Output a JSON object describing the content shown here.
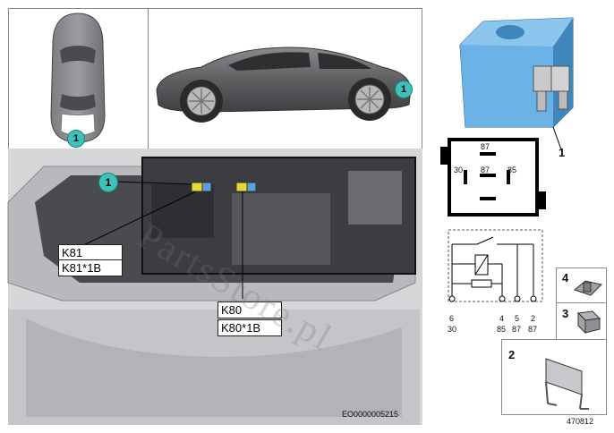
{
  "callout_number": "1",
  "relay_labels": {
    "k81": "K81",
    "k81_alt": "K81*1B",
    "k80": "K80",
    "k80_alt": "K80*1B"
  },
  "relay_pinout_top": {
    "pin_87_top": "87",
    "pin_30": "30",
    "pin_87_mid": "87",
    "pin_85": "85"
  },
  "relay_schematic": {
    "terminals": [
      {
        "num": "6",
        "name": "30"
      },
      {
        "num": "4",
        "name": "85"
      },
      {
        "num": "5",
        "name": "87"
      },
      {
        "num": "2",
        "name": "87"
      }
    ]
  },
  "part_numbers": {
    "relay": "1",
    "bracket": "2",
    "clip_a": "3",
    "clip_b": "4"
  },
  "footer": {
    "code": "EO0000005215",
    "diagram_id": "470812"
  },
  "watermark": "PartsStore.pl",
  "colors": {
    "relay_blue": "#5aa3d8",
    "callout_teal": "#3fc1b9",
    "car_gray": "#5f5f62"
  }
}
